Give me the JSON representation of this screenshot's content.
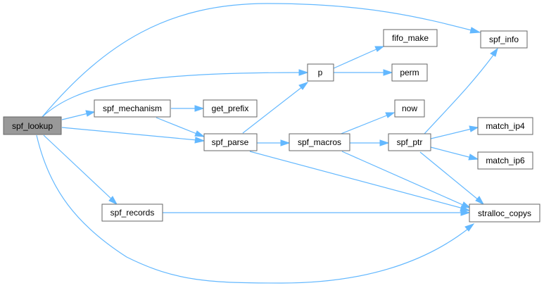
{
  "graph": {
    "root": "spf_lookup",
    "nodes": {
      "spf_lookup": "spf_lookup",
      "spf_mechanism": "spf_mechanism",
      "get_prefix": "get_prefix",
      "spf_parse": "spf_parse",
      "p": "p",
      "fifo_make": "fifo_make",
      "perm": "perm",
      "spf_info": "spf_info",
      "now": "now",
      "spf_macros": "spf_macros",
      "spf_ptr": "spf_ptr",
      "match_ip4": "match_ip4",
      "match_ip6": "match_ip6",
      "spf_records": "spf_records",
      "stralloc_copys": "stralloc_copys"
    },
    "edges": [
      [
        "spf_lookup",
        "spf_info"
      ],
      [
        "spf_lookup",
        "p"
      ],
      [
        "spf_lookup",
        "spf_mechanism"
      ],
      [
        "spf_lookup",
        "spf_parse"
      ],
      [
        "spf_lookup",
        "spf_records"
      ],
      [
        "spf_lookup",
        "stralloc_copys"
      ],
      [
        "spf_mechanism",
        "get_prefix"
      ],
      [
        "spf_mechanism",
        "spf_parse"
      ],
      [
        "spf_parse",
        "p"
      ],
      [
        "spf_parse",
        "spf_macros"
      ],
      [
        "spf_parse",
        "stralloc_copys"
      ],
      [
        "p",
        "fifo_make"
      ],
      [
        "p",
        "perm"
      ],
      [
        "spf_macros",
        "now"
      ],
      [
        "spf_macros",
        "spf_ptr"
      ],
      [
        "spf_macros",
        "stralloc_copys"
      ],
      [
        "spf_ptr",
        "spf_info"
      ],
      [
        "spf_ptr",
        "match_ip4"
      ],
      [
        "spf_ptr",
        "match_ip6"
      ],
      [
        "spf_ptr",
        "stralloc_copys"
      ],
      [
        "spf_records",
        "stralloc_copys"
      ]
    ],
    "colors": {
      "edge": "#63b8ff",
      "root_fill": "#999999",
      "node_fill": "#ffffff",
      "node_border": "#666666"
    }
  }
}
